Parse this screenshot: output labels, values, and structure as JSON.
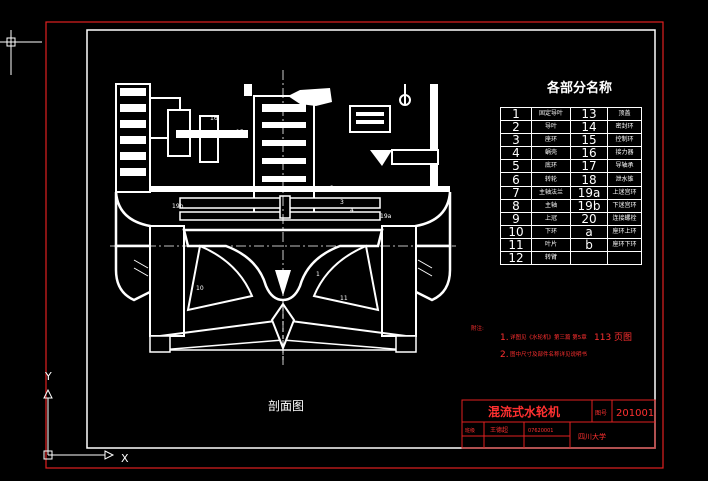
{
  "drawing": {
    "parts_title": "各部分名称",
    "section_label": "剖面图",
    "notes_heading": "附注:",
    "note1_prefix": "1.",
    "note1_text": "详图见《水轮机》第三篇 第5章",
    "note1_suffix": "113 页图",
    "note2_prefix": "2.",
    "note2_text": "图中尺寸及部件名称详见说明书",
    "title_block": {
      "title": "混流式水轮机",
      "code_label": "图号",
      "code": "201001",
      "row2_label": "班级",
      "designer": "王德超",
      "number": "07620001",
      "school": "四川大学"
    },
    "axis_y": "Y",
    "axis_x": "X"
  },
  "parts": [
    {
      "n1": "1",
      "p1": "固定导叶",
      "n2": "13",
      "p2": "顶盖"
    },
    {
      "n1": "2",
      "p1": "导叶",
      "n2": "14",
      "p2": "密封环"
    },
    {
      "n1": "3",
      "p1": "座环",
      "n2": "15",
      "p2": "控制环"
    },
    {
      "n1": "4",
      "p1": "蜗壳",
      "n2": "16",
      "p2": "接力器"
    },
    {
      "n1": "5",
      "p1": "底环",
      "n2": "17",
      "p2": "导轴承"
    },
    {
      "n1": "6",
      "p1": "转轮",
      "n2": "18",
      "p2": "泄水锥"
    },
    {
      "n1": "7",
      "p1": "主轴法兰",
      "n2": "19a",
      "p2": "上迷宫环"
    },
    {
      "n1": "8",
      "p1": "主轴",
      "n2": "19b",
      "p2": "下迷宫环"
    },
    {
      "n1": "9",
      "p1": "上冠",
      "n2": "20",
      "p2": "连接螺栓"
    },
    {
      "n1": "10",
      "p1": "下环",
      "n2": "a",
      "p2": "座环上环"
    },
    {
      "n1": "11",
      "p1": "叶片",
      "n2": "b",
      "p2": "座环下环"
    },
    {
      "n1": "12",
      "p1": "转臂",
      "n2": "",
      "p2": ""
    }
  ],
  "labels": {
    "l16": "16",
    "l15": "15",
    "l19b": "19b",
    "l10": "10",
    "l11": "11",
    "l2": "2",
    "l3": "3",
    "l4": "4",
    "l1": "1",
    "l19a": "19a"
  }
}
